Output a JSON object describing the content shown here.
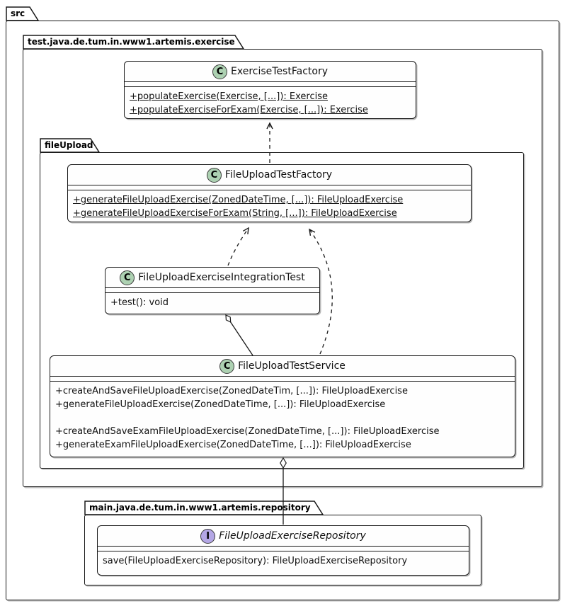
{
  "diagram": {
    "packages": {
      "src": {
        "label": "src"
      },
      "exercise": {
        "label": "test.java.de.tum.in.www1.artemis.exercise"
      },
      "fileUpload": {
        "label": "fileUpload"
      },
      "repository": {
        "label": "main.java.de.tum.in.www1.artemis.repository"
      }
    },
    "classes": {
      "exerciseTestFactory": {
        "badge": "C",
        "name": "ExerciseTestFactory",
        "methods": [
          {
            "text": "+populateExercise(Exercise, [...]): Exercise",
            "static": true
          },
          {
            "text": "+populateExerciseForExam(Exercise, [...]): Exercise",
            "static": true
          }
        ]
      },
      "fileUploadTestFactory": {
        "badge": "C",
        "name": "FileUploadTestFactory",
        "methods": [
          {
            "text": "+generateFileUploadExercise(ZonedDateTime, [...]): FileUploadExercise",
            "static": true
          },
          {
            "text": "+generateFileUploadExerciseForExam(String, [...]): FileUploadExercise",
            "static": true
          }
        ]
      },
      "fileUploadExerciseIntegrationTest": {
        "badge": "C",
        "name": "FileUploadExerciseIntegrationTest",
        "methods": [
          {
            "text": "+test(): void",
            "static": false
          }
        ]
      },
      "fileUploadTestService": {
        "badge": "C",
        "name": "FileUploadTestService",
        "methods": [
          {
            "text": "+createAndSaveFileUploadExercise(ZonedDateTim, [...]): FileUploadExercise",
            "static": false
          },
          {
            "text": "+generateFileUploadExercise(ZonedDateTime, [...]): FileUploadExercise",
            "static": false
          },
          {
            "text": "",
            "static": false
          },
          {
            "text": "+createAndSaveExamFileUploadExercise(ZonedDateTime, [...]): FileUploadExercise",
            "static": false
          },
          {
            "text": "+generateExamFileUploadExercise(ZonedDateTime, [...]): FileUploadExercise",
            "static": false
          }
        ]
      },
      "fileUploadExerciseRepository": {
        "badge": "I",
        "name": "FileUploadExerciseRepository",
        "italic": true,
        "methods": [
          {
            "text": "save(FileUploadExerciseRepository): FileUploadExerciseRepository",
            "static": false
          }
        ]
      }
    },
    "relations": [
      {
        "from": "FileUploadTestFactory",
        "to": "ExerciseTestFactory",
        "type": "dashed-dependency-arrow"
      },
      {
        "from": "FileUploadExerciseIntegrationTest",
        "to": "FileUploadTestFactory",
        "type": "dashed-dependency-arrow"
      },
      {
        "from": "FileUploadTestService",
        "to": "FileUploadTestFactory",
        "type": "dashed-dependency-arrow"
      },
      {
        "from": "FileUploadExerciseIntegrationTest",
        "to": "FileUploadTestService",
        "type": "aggregation-open-diamond"
      },
      {
        "from": "FileUploadTestService",
        "to": "FileUploadExerciseRepository",
        "type": "aggregation-open-diamond"
      }
    ],
    "colors": {
      "border": "#181818",
      "background": "#FFFFFF",
      "class_circle": "#ADD1B2",
      "interface_circle": "#B4A7E5",
      "box_fill": "#FEFEFE"
    }
  }
}
